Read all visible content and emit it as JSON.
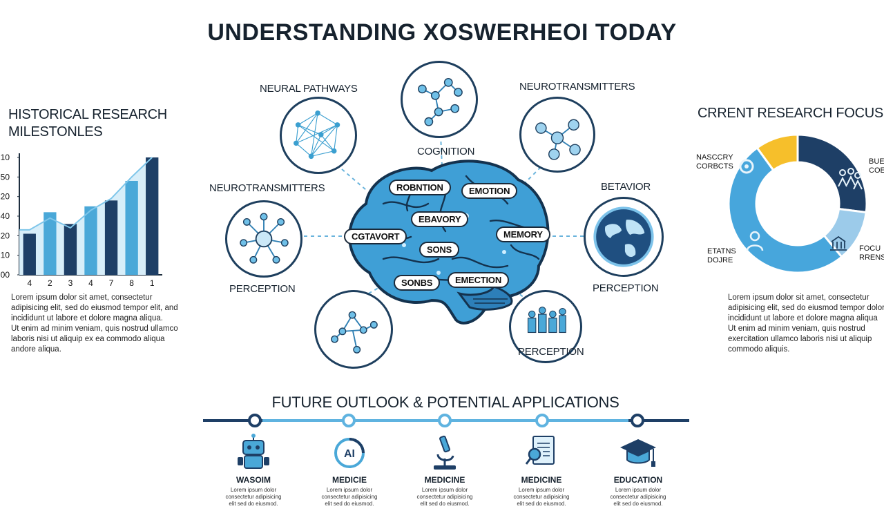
{
  "title": "UNDERSTANDING XOSWERHEOI TODAY",
  "left": {
    "heading_line1": "HISTORICAL RESEARCH",
    "heading_line2": "MILESTONLES",
    "lorem": [
      "Lorem ipsum dolor sit amet, consectetur",
      "adipisicing elit, sed do eiusmod tempor elit, and",
      "incididunt ut labore et dolore magna aliqua.",
      "Ut enim ad minim veniam, quis nostrud ullamco",
      "laboris nisi ut aliquip ex ea commodo aliqua",
      "andore aliqua."
    ]
  },
  "chart_data": {
    "type": "bar",
    "categories": [
      "4",
      "2",
      "3",
      "4",
      "7",
      "8",
      "1"
    ],
    "values": [
      21,
      32,
      26,
      35,
      38,
      48,
      60
    ],
    "trend": [
      23,
      29,
      24,
      33,
      39,
      50,
      60
    ],
    "ytick_labels": [
      "10",
      "50",
      "20",
      "40",
      "20",
      "10",
      "00"
    ],
    "ylim": [
      0,
      60
    ],
    "bar_colors": [
      "#1e3f66",
      "#4aa8d8",
      "#1e3f66",
      "#4aa8d8",
      "#1e3f66",
      "#4aa8d8",
      "#1e3f66"
    ],
    "trend_color": "#7fc6ea"
  },
  "center": {
    "labels": {
      "neural_pathways": "NEURAL PATHWAYS",
      "cognition": "COGNITION",
      "neurotransmitters_top": "NEUROTRANSMITTERS",
      "neurotransmitters_left": "NEUROTRANSMITTERS",
      "behavior": "BETAVIOR",
      "perception_left": "PERCEPTION",
      "perception_right": "PERCEPTION",
      "perception_bottom": "PERCEPTION"
    },
    "pills": {
      "p1": "ROBNTION",
      "p2": "EMOTION",
      "p3": "EBAVORY",
      "p4": "CGTAVORT",
      "p5": "MEMORY",
      "p6": "SONS",
      "p7": "SONBS",
      "p8": "EMECTION"
    }
  },
  "right": {
    "heading": "CRRENT RESEARCH FOCUS AI",
    "donut_labels": {
      "top_left_1": "NASCCRY",
      "top_left_2": "CORBCTS",
      "top_right_1": "BUE",
      "top_right_2": "COE",
      "bottom_left_1": "ETATNS",
      "bottom_left_2": "DOJRE",
      "bottom_right_1": "FOCU",
      "bottom_right_2": "RRENS"
    },
    "donut": {
      "values": [
        10,
        27,
        12,
        51
      ],
      "colors": [
        "#f6bf2b",
        "#1e3f66",
        "#9ccbea",
        "#47a6dc"
      ]
    },
    "lorem": [
      "Lorem ipsum dolor sit amet, consectetur",
      "adipisicing elit, sed do eiusmod tempor dolor",
      "incididunt ut labore et dolore magna aliqua",
      "Ut enim ad minim veniam, quis nostrud",
      "exercitation ullamco laboris nisi ut aliquip",
      "commodo aliquis."
    ]
  },
  "future": {
    "heading": "FUTURE OUTLOOK & POTENTIAL APPLICATIONS",
    "items": [
      {
        "label": "WASOIM",
        "desc": [
          "Lorem ipsum dolor",
          "consectetur adipisicing",
          "elit sed do eiusmod."
        ]
      },
      {
        "label": "MEDICIE",
        "icon_text": "AI",
        "desc": [
          "Lorem ipsum dolor",
          "consectetur adipisicing",
          "elit sed do eiusmod."
        ]
      },
      {
        "label": "MEDICINE",
        "desc": [
          "Lorem ipsum dolor",
          "consectetur adipisicing",
          "elit sed do eiusmod."
        ]
      },
      {
        "label": "MEDICINE",
        "desc": [
          "Lorem ipsum dolor",
          "consectetur adipisicing",
          "elit sed do eiusmod."
        ]
      },
      {
        "label": "EDUCATION",
        "desc": [
          "Lorem ipsum dolor",
          "consectetur adipisicing",
          "elit sed do eiusmod."
        ]
      }
    ]
  }
}
